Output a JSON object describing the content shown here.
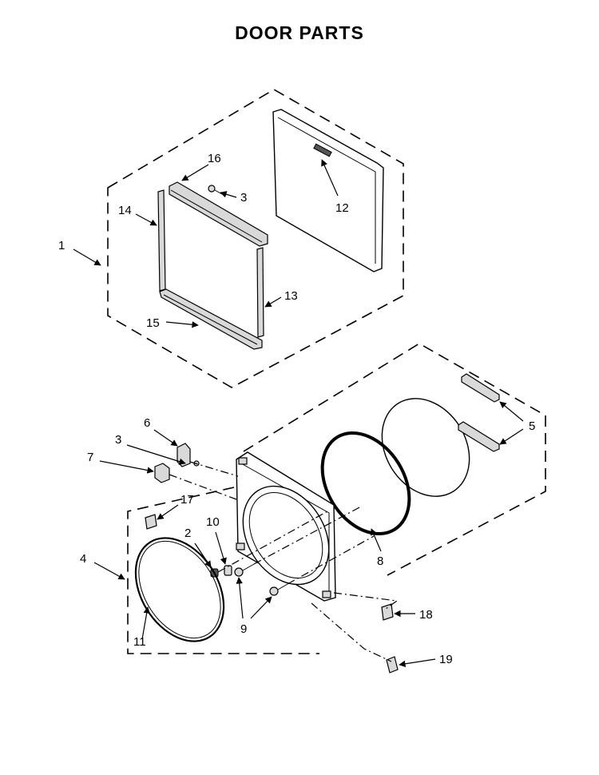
{
  "title": "DOOR PARTS",
  "callouts": {
    "c1": "1",
    "c2": "2",
    "c3a": "3",
    "c3b": "3",
    "c4": "4",
    "c5": "5",
    "c6": "6",
    "c7": "7",
    "c8": "8",
    "c9": "9",
    "c10": "10",
    "c11": "11",
    "c12": "12",
    "c13": "13",
    "c14": "14",
    "c15": "15",
    "c16": "16",
    "c17": "17",
    "c18": "18",
    "c19": "19"
  }
}
